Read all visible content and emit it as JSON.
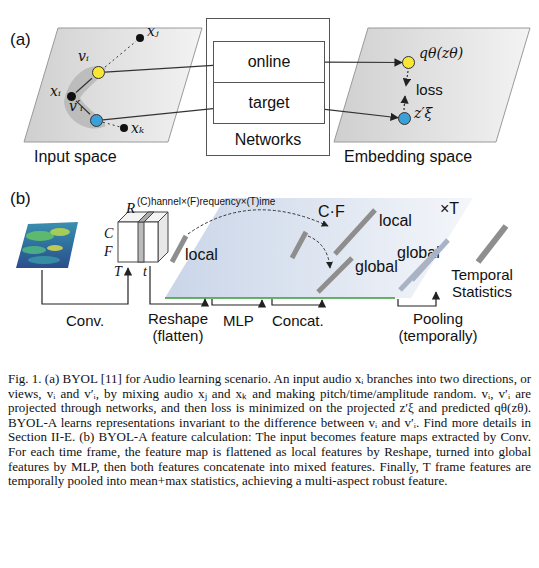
{
  "diagram": {
    "caption": "Fig. 1. (a) BYOL [11] for Audio learning scenario. An input audio xᵢ branches into two directions, or views, vᵢ and v′ᵢ, by mixing audio xⱼ and xₖ and making pitch/time/amplitude random. vᵢ, v′ᵢ are projected through networks, and then loss is minimized on the projected z′ξ and predicted qθ(zθ). BYOL-A learns representations invariant to the difference between vᵢ and v′ᵢ. Find more details in Section II-E. (b) BYOL-A feature calculation: The input becomes feature maps extracted by Conv. For each time frame, the feature map is flattened as local features by Reshape, turned into global features by MLP, then both features concatenate into mixed features. Finally, T frame features are temporally pooled into mean+max statistics, achieving a multi-aspect robust feature.",
    "nodes": [
      {
        "text": [
          "Input space"
        ]
      },
      {
        "text": [
          "xᵢ"
        ],
        "in": 0
      },
      {
        "text": [
          "vᵢ"
        ],
        "in": 0
      },
      {
        "text": [
          "v′ᵢ"
        ],
        "in": 0
      },
      {
        "text": [
          "xⱼ"
        ],
        "in": 0
      },
      {
        "text": [
          "xₖ"
        ],
        "in": 0
      },
      {
        "text": [
          "Networks"
        ]
      },
      {
        "text": [
          "online"
        ],
        "in": 6
      },
      {
        "text": [
          "target"
        ],
        "in": 6
      },
      {
        "text": [
          "Embedding space"
        ]
      },
      {
        "text": [
          "qθ(zθ)"
        ],
        "in": 9
      },
      {
        "text": [
          "z′ξ"
        ],
        "in": 9
      },
      {
        "text": [
          "local",
          "global",
          "C·F",
          "local",
          "global",
          "×T"
        ]
      }
    ],
    "edges": [
      {
        "from": 1,
        "to": 2,
        "arrow": "none"
      },
      {
        "from": 2,
        "to": 4,
        "arrow": "none"
      },
      {
        "from": 1,
        "to": 3,
        "arrow": "none"
      },
      {
        "from": 3,
        "to": 5,
        "arrow": "none"
      },
      {
        "from": 2,
        "to": 7,
        "arrow": "none"
      },
      {
        "from": 3,
        "to": 8,
        "arrow": "none"
      },
      {
        "from": 7,
        "to": 10,
        "arrow": "to"
      },
      {
        "from": 8,
        "to": 11,
        "arrow": "to"
      }
    ],
    "labels": [
      "(a)",
      "loss",
      "(b)",
      "R",
      "(C)hannel×(F)requency×(T)ime",
      "C",
      "F",
      "T",
      "t",
      "Temporal Statistics",
      "Conv.",
      "Reshape (flatten)",
      "MLP",
      "Concat.",
      "Pooling (temporally)"
    ]
  }
}
